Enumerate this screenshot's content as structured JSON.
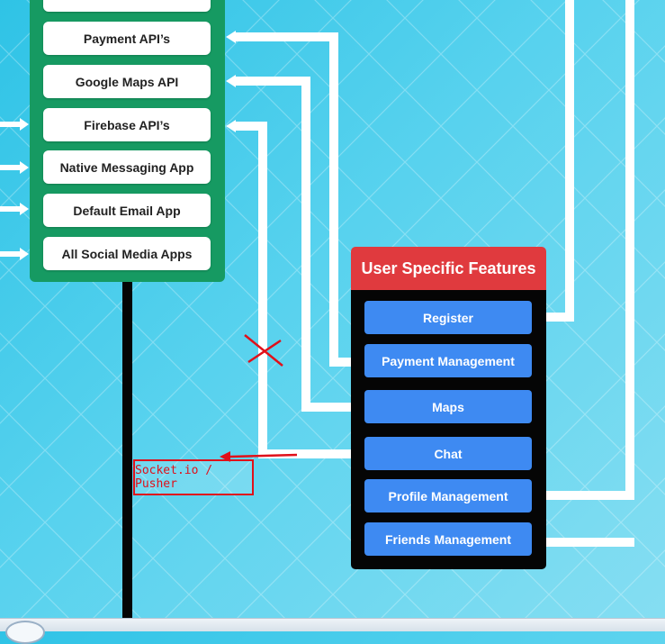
{
  "api_panel": {
    "items": [
      "Payment API’s",
      "Google Maps API",
      "Firebase API’s",
      "Native Messaging App",
      "Default Email App",
      "All Social Media Apps"
    ]
  },
  "features": {
    "header": "User Specific Features",
    "items": [
      "Register",
      "Payment Management",
      "Maps",
      "Chat",
      "Profile Management",
      "Friends Management"
    ]
  },
  "annotation": {
    "text": "Socket.io / Pusher",
    "color": "#e0101a"
  },
  "colors": {
    "api_panel": "#169a62",
    "features_header": "#e03a3e",
    "feature_button": "#3e8af2",
    "connector": "#ffffff"
  }
}
